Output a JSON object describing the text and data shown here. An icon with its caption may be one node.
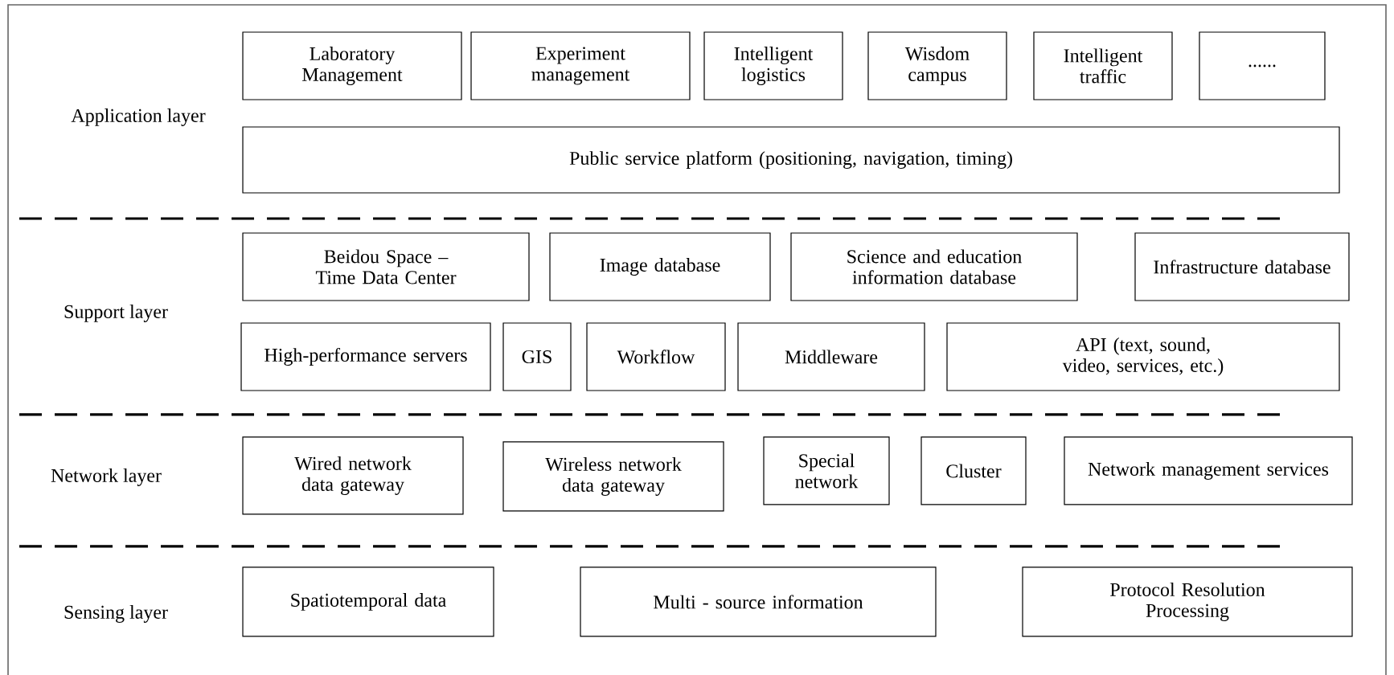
{
  "diagram": {
    "nodes": [
      {
        "text": [
          "Laboratory Management"
        ]
      },
      {
        "text": [
          "Experiment management"
        ]
      },
      {
        "text": [
          "Intelligent logistics"
        ]
      },
      {
        "text": [
          "Wisdom campus"
        ]
      },
      {
        "text": [
          "Intelligent traffic"
        ]
      },
      {
        "text": [
          "......"
        ]
      },
      {
        "text": [
          "Public service platform (positioning, navigation, timing)"
        ]
      },
      {
        "text": [
          "Beidou Space – Time Data Center"
        ]
      },
      {
        "text": [
          "Image database"
        ]
      },
      {
        "text": [
          "Science and education information database"
        ]
      },
      {
        "text": [
          "Infrastructure database"
        ]
      },
      {
        "text": [
          "High-performance servers"
        ]
      },
      {
        "text": [
          "GIS"
        ]
      },
      {
        "text": [
          "Workflow"
        ]
      },
      {
        "text": [
          "Middleware"
        ]
      },
      {
        "text": [
          "API (text, sound, video, services, etc.)"
        ]
      },
      {
        "text": [
          "Wired network data gateway"
        ]
      },
      {
        "text": [
          "Wireless network data gateway"
        ]
      },
      {
        "text": [
          "Special network"
        ]
      },
      {
        "text": [
          "Cluster"
        ]
      },
      {
        "text": [
          "Network management services"
        ]
      },
      {
        "text": [
          "Spatiotemporal data"
        ]
      },
      {
        "text": [
          "Multi - source information"
        ]
      },
      {
        "text": [
          "Protocol Resolution Processing"
        ]
      }
    ],
    "labels": [
      "Application layer",
      "Support layer",
      "Network layer",
      "Sensing layer"
    ]
  }
}
